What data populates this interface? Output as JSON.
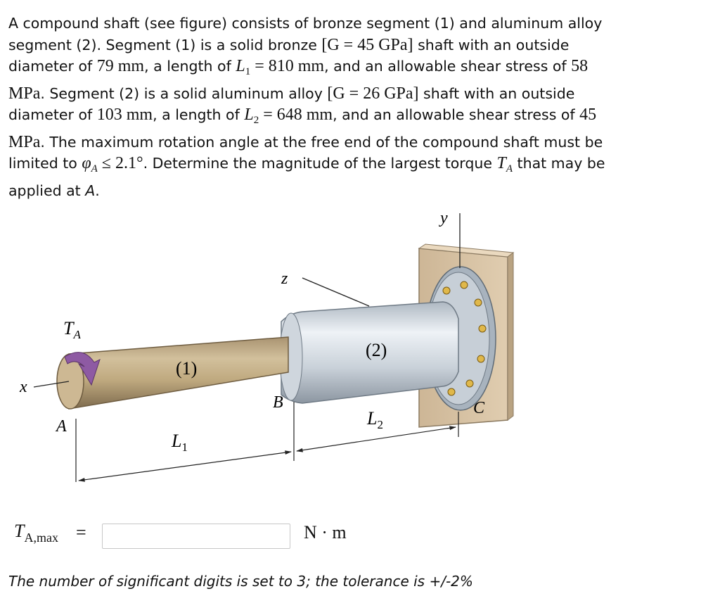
{
  "problem": {
    "l1_text": "A compound shaft (see figure) consists of bronze segment (1) and aluminum alloy",
    "l2_a": "segment (2).  Segment (1) is a solid bronze ",
    "l2_m": "[G = 45 GPa]",
    "l2_b": " shaft with an outside",
    "l3_a": "diameter of ",
    "l3_m1": "79 mm",
    "l3_b": ", a length of ",
    "l3_L": "L",
    "l3_Lsub": "1",
    "l3_m2": " = 810 mm",
    "l3_c": ", and an allowable shear stress of ",
    "l3_m3": "58",
    "l4_m1": "MPa",
    "l4_a": ".  Segment (2) is a solid aluminum alloy ",
    "l4_m2": "[G = 26 GPa]",
    "l4_b": " shaft with an outside",
    "l5_a": "diameter of ",
    "l5_m1": "103 mm",
    "l5_b": ", a length of ",
    "l5_L": "L",
    "l5_Lsub": "2",
    "l5_m2": " = 648 mm",
    "l5_c": ", and an allowable shear stress of ",
    "l5_m3": "45",
    "l6_m1": "MPa",
    "l6_a": ".  The maximum rotation angle at the free end of the compound shaft must be",
    "l7_a": "limited to ",
    "l7_phi": "φ",
    "l7_phisub": "A",
    "l7_m": " ≤ 2.1°",
    "l7_b": ".  Determine the magnitude of the largest torque ",
    "l7_T": "T",
    "l7_Tsub": "A",
    "l7_c": " that may be",
    "l8_a": "applied at ",
    "l8_A": "A",
    "l8_b": "."
  },
  "figure": {
    "label_T": "T",
    "label_Tsub": "A",
    "label_x": "x",
    "label_y": "y",
    "label_z": "z",
    "label_A": "A",
    "label_B": "B",
    "label_C": "C",
    "label_seg1": "(1)",
    "label_seg2": "(2)",
    "label_L1": "L",
    "label_L1sub": "1",
    "label_L2": "L",
    "label_L2sub": "2"
  },
  "answer": {
    "label_T": "T",
    "label_sub": "A,max",
    "equals": "=",
    "value": "",
    "placeholder": "",
    "unit": "N · m"
  },
  "tolerance_note": "The number of significant digits is set to 3; the tolerance is +/-2%",
  "colors": {
    "bronze": "#c4b08a",
    "aluminum": "#d6dde4",
    "wall": "#d9c3a3",
    "arrow": "#8e5aa3",
    "bolt": "#e0b84a"
  }
}
